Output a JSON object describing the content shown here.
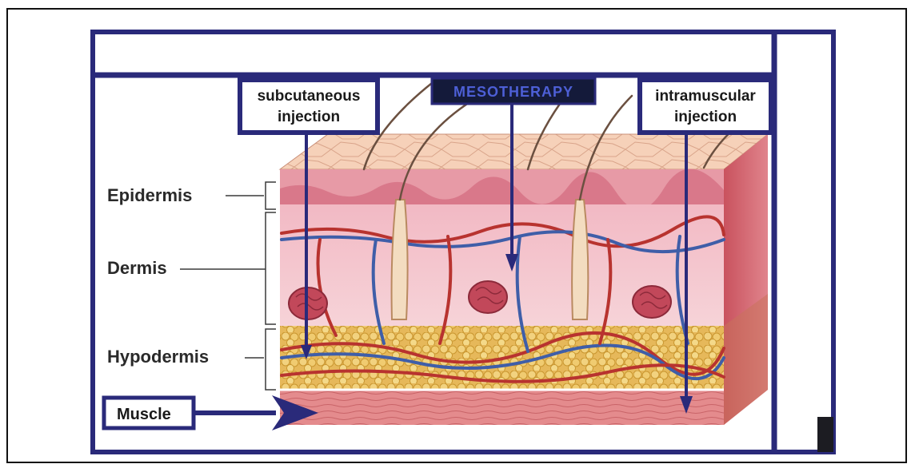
{
  "labels": {
    "subcutaneous_line1": "subcutaneous",
    "subcutaneous_line2": "injection",
    "mesotherapy": "MESOTHERAPY",
    "intramuscular_line1": "intramuscular",
    "intramuscular_line2": "injection",
    "epidermis": "Epidermis",
    "dermis": "Dermis",
    "hypodermis": "Hypodermis",
    "muscle": "Muscle"
  },
  "colors": {
    "frame_navy": "#2a2a7a",
    "skin_top": "#f3c9b0",
    "epidermis_pink": "#e89aa8",
    "dermis_pink": "#f4c6cf",
    "fat_yellow": "#e9c066",
    "muscle_red": "#e2868a",
    "vessel_red": "#b8332f",
    "vessel_blue": "#3f5ea8"
  },
  "icons": {
    "arrow": "arrow-down",
    "muscle_pointer": "arrow-right"
  }
}
